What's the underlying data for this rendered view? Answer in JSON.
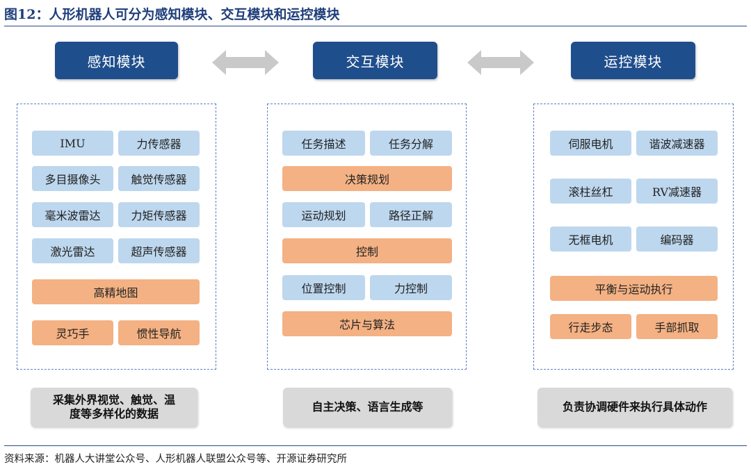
{
  "figure": {
    "title": "图12：人形机器人可分为感知模块、交互模块和运控模块",
    "source": "资料来源：机器人大讲堂公众号、人形机器人联盟公众号等、开源证券研究所"
  },
  "modules": [
    {
      "header": "感知模块",
      "items": [
        "IMU",
        "力传感器",
        "多目摄像头",
        "触觉传感器",
        "毫米波雷达",
        "力矩传感器",
        "激光雷达",
        "超声传感器",
        "高精地图",
        "灵巧手",
        "惯性导航"
      ],
      "summary_line1": "采集外界视觉、触觉、温",
      "summary_line2": "度等多样化的数据"
    },
    {
      "header": "交互模块",
      "items": [
        "任务描述",
        "任务分解",
        "决策规划",
        "运动规划",
        "路径正解",
        "控制",
        "位置控制",
        "力控制",
        "芯片与算法"
      ],
      "summary": "自主决策、语言生成等"
    },
    {
      "header": "运控模块",
      "items": [
        "伺服电机",
        "谐波减速器",
        "滚柱丝杠",
        "RV减速器",
        "无框电机",
        "编码器",
        "平衡与运动执行",
        "行走步态",
        "手部抓取"
      ],
      "summary": "负责协调硬件来执行具体动作"
    }
  ],
  "colors": {
    "header": "#1f4e8c",
    "chip_blue": "#bdd7ee",
    "chip_orange": "#f4b183",
    "summary": "#d9d9d9",
    "arrow": "#c9c9c9",
    "panel_border": "#5b7fc0"
  },
  "icons": [
    "double-arrow-icon",
    "double-arrow-icon"
  ]
}
